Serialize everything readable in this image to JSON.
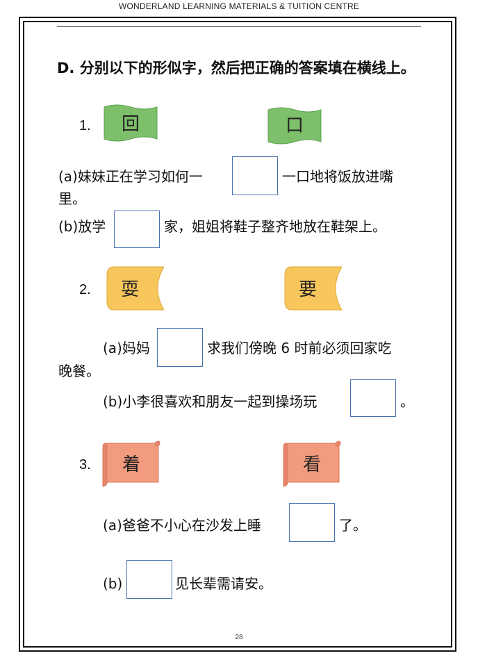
{
  "header": {
    "title": "WONDERLAND LEARNING MATERIALS & TUITION CENTRE"
  },
  "instruction": "D. 分别以下的形似字，然后把正确的答案填在横线上。",
  "questions": [
    {
      "number": "1.",
      "words": [
        "回",
        "口"
      ],
      "card_color": "#7dbf6a",
      "a_pre": "(a)妹妹正在学习如何一",
      "a_post": "一口地将饭放进嘴",
      "a_cont": "里。",
      "b_pre": "(b)放学",
      "b_post": "家，姐姐将鞋子整齐地放在鞋架上。"
    },
    {
      "number": "2.",
      "words": [
        "耍",
        "要"
      ],
      "card_color": "#f7c65c",
      "a_pre": "(a)妈妈",
      "a_post": "求我们傍晚 6 时前必须回家吃",
      "a_cont": "晚餐。",
      "b_pre": "(b)小李很喜欢和朋友一起到操场玩",
      "b_post": "。"
    },
    {
      "number": "3.",
      "words": [
        "着",
        "看"
      ],
      "card_color": "#f29b7f",
      "a_pre": "(a)爸爸不小心在沙发上睡",
      "a_post": "了。",
      "b_pre": "(b)",
      "b_post": "见长辈需请安。"
    }
  ],
  "page_number": "28"
}
